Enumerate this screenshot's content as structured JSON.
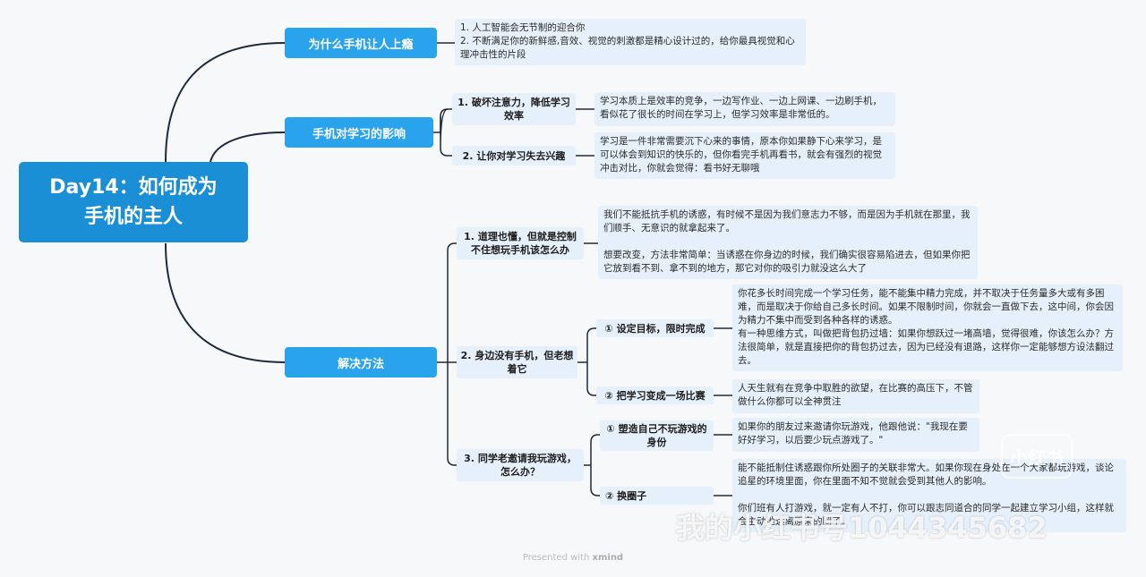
{
  "root": {
    "title_line1": "Day14：如何成为",
    "title_line2": "手机的主人"
  },
  "branch1": {
    "label": "为什么手机让人上瘾",
    "note": "1. 人工智能会无节制的迎合你\n2. 不断满足你的新鲜感,音效、视觉的刺激都是精心设计过的，给你最具视觉和心理冲击性的片段"
  },
  "branch2": {
    "label": "手机对学习的影响",
    "sub1": {
      "label": "1. 破坏注意力，降低学习效率",
      "note": "学习本质上是效率的竞争，一边写作业、一边上网课、一边刷手机，看似花了很长的时间在学习上，但学习效率是非常低的。"
    },
    "sub2": {
      "label": "2. 让你对学习失去兴趣",
      "note": "学习是一件非常需要沉下心来的事情，原本你如果静下心来学习，是可以体会到知识的快乐的，但你看完手机再看书，就会有强烈的视觉冲击对比，你就会觉得：看书好无聊哦"
    }
  },
  "branch3": {
    "label": "解决方法",
    "sub1": {
      "label": "1. 道理也懂，但就是控制不住想玩手机该怎么办",
      "note": "我们不能抵抗手机的诱惑，有时候不是因为我们意志力不够，而是因为手机就在那里，我们顺手、无意识的就拿起来了。\n\n想要改变，方法非常简单：当诱惑在你身边的时候，我们确实很容易陷进去，但如果你把它放到看不到、拿不到的地方，那它对你的吸引力就没这么大了"
    },
    "sub2": {
      "label": "2. 身边没有手机，但老想着它",
      "item1": {
        "label": "① 设定目标，限时完成",
        "note": "你花多长时间完成一个学习任务，能不能集中精力完成，并不取决于任务量多大或有多困难，而是取决于你给自己多长时间。如果不限制时间，你就会一直做下去，这中间，你会因为精力不集中而受到各种各样的诱惑。\n有一种思维方式，叫做把背包扔过墙：如果你想跃过一堵高墙，觉得很难，你该怎么办？方法很简单，就是直接把你的背包扔过去，因为已经没有退路，这样你一定能够想方设法翻过去。"
      },
      "item2": {
        "label": "② 把学习变成一场比赛",
        "note": "人天生就有在竞争中取胜的欲望，在比赛的高压下，不管做什么你都可以全神贯注"
      }
    },
    "sub3": {
      "label": "3. 同学老邀请我玩游戏，怎么办？",
      "item1": {
        "label": "① 塑造自己不玩游戏的身份",
        "note": "如果你的朋友过来邀请你玩游戏，他跟他说：\"我现在要好好学习，以后要少玩点游戏了。\""
      },
      "item2": {
        "label": "② 换圈子",
        "note": "能不能抵制住诱惑跟你所处圈子的关联非常大。如果你现在身处在一个大家都玩游戏，谈论追星的环境里面，你在里面不知不觉就会受到其他人的影响。\n\n你们班有人打游戏，就一定有人不打，你可以跟志同道合的同学一起建立学习小组，这样就会主动地远离原来的圈子。"
      }
    }
  },
  "footer": {
    "prefix": "Presented with",
    "brand": "xmind"
  },
  "watermark": {
    "logo": "小红书",
    "text": "我的小红书号1044345682"
  },
  "colors": {
    "root": "#1a8fd6",
    "main": "#29a3ec",
    "sub": "#e6f0fb",
    "line": "#1c2a3a",
    "background": "#f7f8fa"
  }
}
